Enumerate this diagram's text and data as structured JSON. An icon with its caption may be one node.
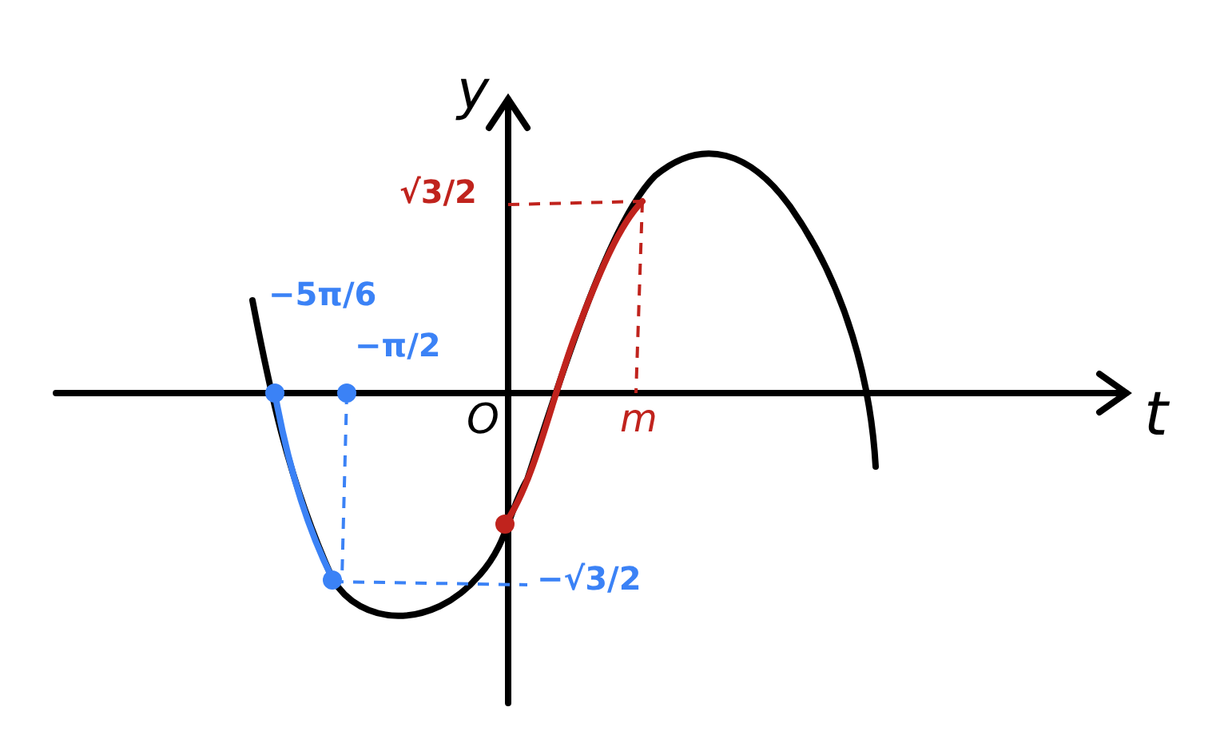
{
  "diagram": {
    "labels": [
      "y",
      "√3/2",
      "−5π/6",
      "−π/2",
      "t",
      "O",
      "m",
      "−√3/2"
    ]
  }
}
